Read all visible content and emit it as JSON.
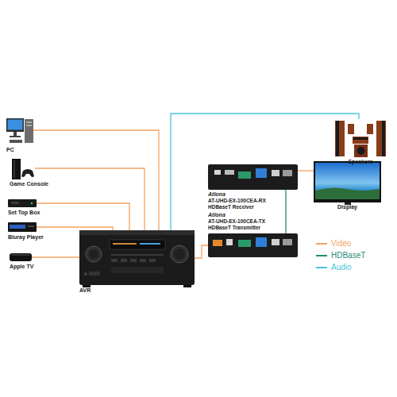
{
  "diagram": {
    "nodes": [
      {
        "text": [
          "PC"
        ]
      },
      {
        "text": [
          "Game Console"
        ]
      },
      {
        "text": [
          "Set Top Box"
        ]
      },
      {
        "text": [
          "Bluray Player"
        ]
      },
      {
        "text": [
          "Apple TV"
        ]
      },
      {
        "text": [
          "AVR"
        ]
      },
      {
        "text": [
          "Speakers"
        ]
      },
      {
        "text": [
          "Atlona",
          "AT-UHD-EX-100CEA-RX",
          "HDBaseT Receiver"
        ]
      },
      {
        "text": [
          "Atlona",
          "AT-UHD-EX-100CEA-TX",
          "HDBaseT Transmitter"
        ]
      },
      {
        "text": [
          "Display"
        ]
      }
    ],
    "edges": [
      {
        "from": 0,
        "to": 5,
        "arrow": "none"
      },
      {
        "from": 1,
        "to": 5,
        "arrow": "none"
      },
      {
        "from": 2,
        "to": 5,
        "arrow": "none"
      },
      {
        "from": 3,
        "to": 5,
        "arrow": "none"
      },
      {
        "from": 4,
        "to": 5,
        "arrow": "none"
      },
      {
        "from": 5,
        "to": 6,
        "arrow": "none"
      },
      {
        "from": 5,
        "to": 8,
        "arrow": "none"
      },
      {
        "from": 8,
        "to": 7,
        "arrow": "none"
      },
      {
        "from": 7,
        "to": 9,
        "arrow": "none"
      }
    ],
    "legend": [
      {
        "text": "Video",
        "color": "#f4a261"
      },
      {
        "text": "HDBaseT",
        "color": "#1e8c76"
      },
      {
        "text": "Audio",
        "color": "#4cc4d8"
      }
    ]
  }
}
